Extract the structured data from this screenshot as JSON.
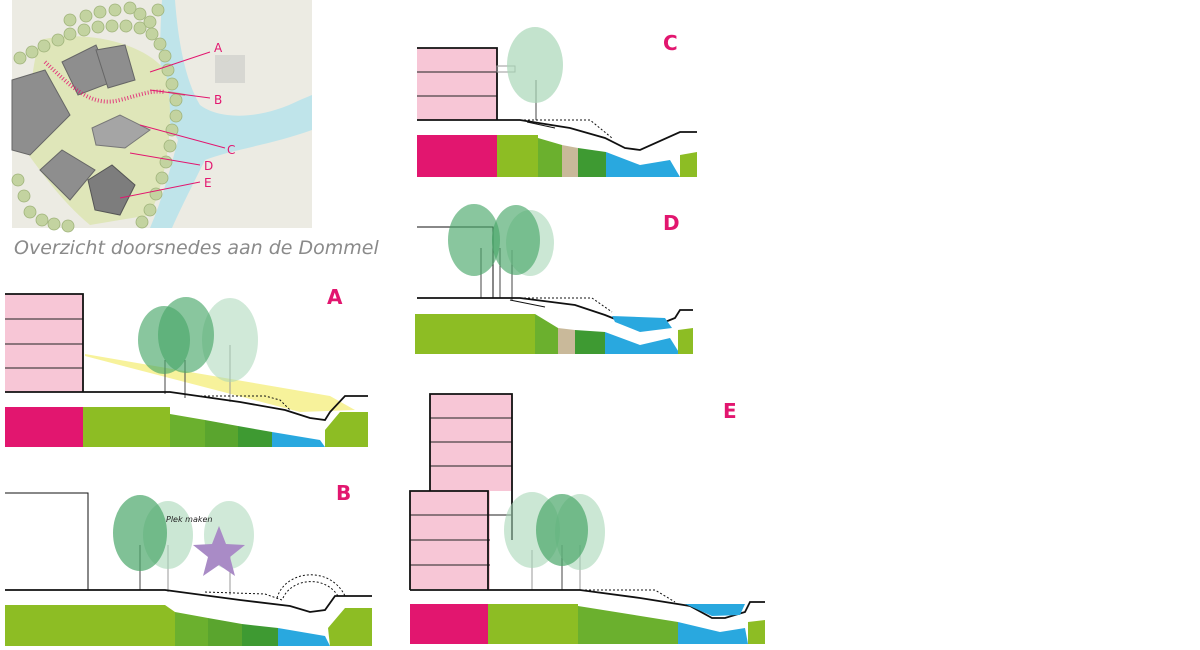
{
  "caption": "Overzicht doorsnedes aan de Dommel",
  "map_labels": [
    "A",
    "B",
    "C",
    "D",
    "E"
  ],
  "sections": {
    "a": {
      "label": "A"
    },
    "b": {
      "label": "B",
      "note": "Plek maken"
    },
    "c": {
      "label": "C"
    },
    "d": {
      "label": "D"
    },
    "e": {
      "label": "E"
    }
  },
  "colors": {
    "building": "#f7c6d6",
    "magenta": "#e2166f",
    "lime": "#8dbd24",
    "green_mid": "#5aa52e",
    "green_dark": "#3e9a32",
    "water": "#29a8df",
    "path": "#c9b99a",
    "tree": "#4aa76a",
    "sun": "#f6f08a",
    "star": "#a98bc6",
    "accent": "#e2166f"
  }
}
